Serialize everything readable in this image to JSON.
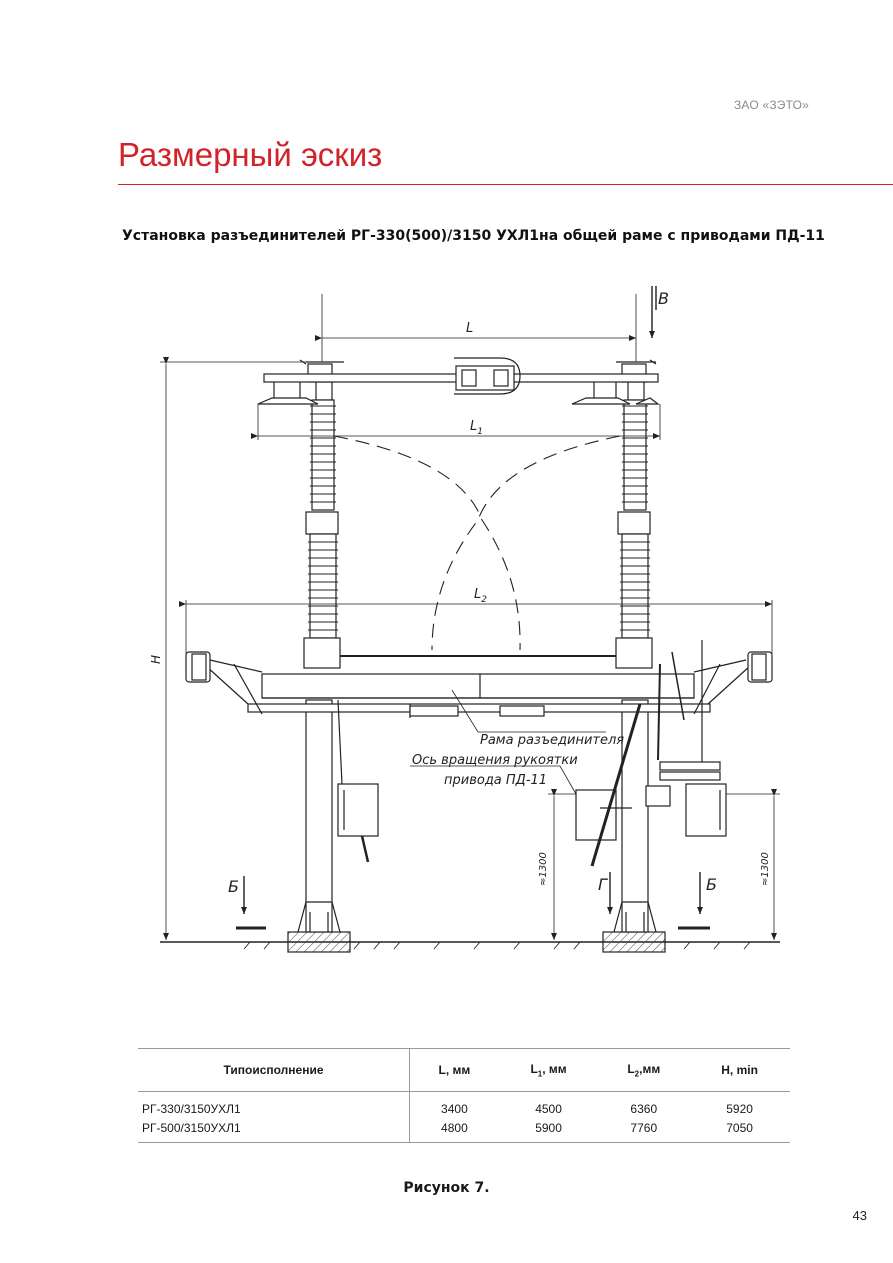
{
  "header": {
    "company": "ЗАО «ЗЭТО»",
    "title": "Размерный эскиз"
  },
  "subtitle": "Установка разъединителей РГ-330(500)/3150 УХЛ1на общей раме с приводами ПД-11",
  "drawing": {
    "labels": {
      "view_v": "В",
      "dim_l": "L",
      "dim_l1": "L",
      "dim_l1_sub": "1",
      "dim_l2": "L",
      "dim_l2_sub": "2",
      "dim_h": "Н",
      "frame": "Рама разъединителя",
      "axis_line1": "Ось вращения рукоятки",
      "axis_line2": "привода ПД-11",
      "dim_1300_left": "≈1300",
      "dim_1300_right": "≈1300",
      "view_b_left": "Б",
      "view_g": "Г",
      "view_b_right": "Б"
    }
  },
  "table": {
    "headers": [
      "Типоисполнение",
      "L, мм",
      "L1, мм",
      "L2,мм",
      "H, min"
    ],
    "header_l1": {
      "main": "L",
      "sub": "1",
      "unit": ", мм"
    },
    "header_l2": {
      "main": "L",
      "sub": "2",
      "unit": ",мм"
    },
    "rows": [
      [
        "РГ-330/3150УХЛ1",
        "3400",
        "4500",
        "6360",
        "5920"
      ],
      [
        "РГ-500/3150УХЛ1",
        "4800",
        "5900",
        "7760",
        "7050"
      ]
    ]
  },
  "figure_caption": "Рисунок 7.",
  "page_number": "43"
}
